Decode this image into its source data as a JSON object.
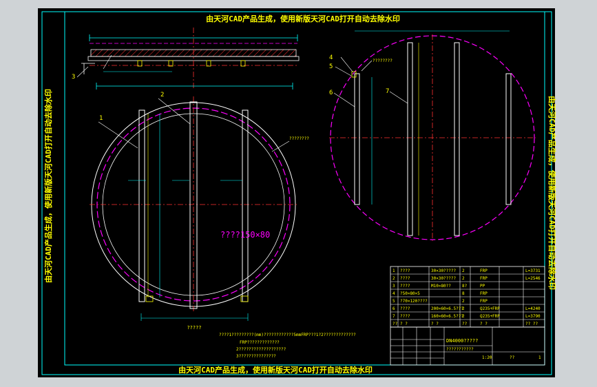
{
  "watermarks": {
    "top": "由天河CAD产品生成，使用新版天河CAD打开自动去除水印",
    "bottom": "由天河CAD产品生成，使用新版天河CAD打开自动去除水印",
    "left": "由天河CAD产品生成，使用新版天河CAD打开自动去除水印",
    "right": "由天河CAD产品生成，使用新版天河CAD打开自动去除水印"
  },
  "colors": {
    "background": "#000000",
    "frame": "#00ffff",
    "magenta": "#ff00ff",
    "yellow": "#ffff00",
    "green": "#00ff00",
    "red": "#ff3030",
    "white": "#ffffff",
    "watermark": "#ffff00"
  },
  "callouts": {
    "c1": "1",
    "c2": "2",
    "c3": "3",
    "c4": "4",
    "c5": "5",
    "c6": "6",
    "c7": "7"
  },
  "annotations": {
    "grating_size": "????150×80",
    "bottom_caption": "?????",
    "note_line_1": "????1?????????(mm)????????????5mmFRP???1?2?????????????",
    "note_line_2": "FRP?????????????",
    "note_line_3": "2???????????????????",
    "note_line_4": "3???????????????",
    "leader_label_1": "????????",
    "leader_label_2": "????????"
  },
  "bom": {
    "rows": [
      {
        "no": "1",
        "name": "????",
        "spec": "30×30?????",
        "qty": "2",
        "material": "FRP",
        "note": "L=3731"
      },
      {
        "no": "2",
        "name": "????",
        "spec": "30×30?????",
        "qty": "2",
        "material": "FRP",
        "note": "L=2546"
      },
      {
        "no": "3",
        "name": "????",
        "spec": "M10×80??",
        "qty": "8?",
        "material": "PP",
        "note": ""
      },
      {
        "no": "4",
        "name": "?50×80×5",
        "spec": "",
        "qty": "8",
        "material": "FRP",
        "note": ""
      },
      {
        "no": "5",
        "name": "?70×120????",
        "spec": "",
        "qty": "2",
        "material": "FRP",
        "note": ""
      },
      {
        "no": "6",
        "name": "????",
        "spec": "200×60×6.5???",
        "qty": "2",
        "material": "Q235+FRP",
        "note": "L=4240"
      },
      {
        "no": "7",
        "name": "????",
        "spec": "160×60×6.5???",
        "qty": "2",
        "material": "Q235+FRP",
        "note": "L=3790"
      },
      {
        "no": "??",
        "name": "? ?",
        "spec": "? ?",
        "qty": "??",
        "material": "? ?",
        "note": "?? ??"
      }
    ],
    "title_block": {
      "drawing_no": "DN4000?????",
      "part_name": "???????????",
      "scale": "1:20",
      "sheet": "??",
      "sheet_count": "1"
    }
  }
}
